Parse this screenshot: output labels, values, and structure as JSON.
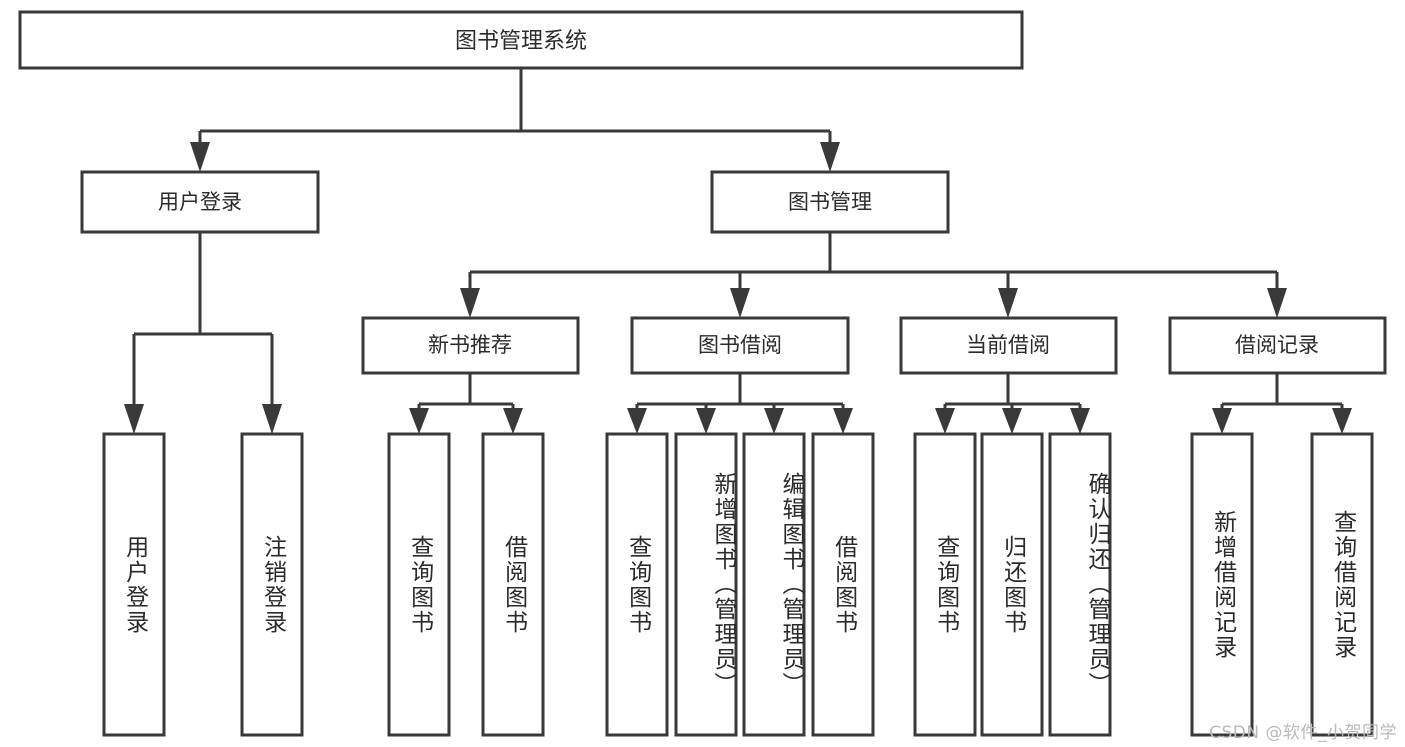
{
  "diagram": {
    "title": "图书管理系统",
    "type": "tree-hierarchy",
    "watermark": "CSDN @软件_小贺同学",
    "colors": {
      "stroke": "#393939",
      "fill": "#ffffff",
      "text": "#2b2b2b",
      "watermark": "#b9b9b9"
    },
    "root": {
      "label": "图书管理系统"
    },
    "level2": [
      {
        "label": "用户登录"
      },
      {
        "label": "图书管理"
      }
    ],
    "level3": [
      {
        "label": "新书推荐"
      },
      {
        "label": "图书借阅"
      },
      {
        "label": "当前借阅"
      },
      {
        "label": "借阅记录"
      }
    ],
    "leaves": {
      "user_login": [
        {
          "label": "用户登录"
        },
        {
          "label": "注销登录"
        }
      ],
      "new_book_recommend": [
        {
          "label": "查询图书"
        },
        {
          "label": "借阅图书"
        }
      ],
      "book_borrow": [
        {
          "label": "查询图书"
        },
        {
          "label": "新增图书（管理员）"
        },
        {
          "label": "编辑图书（管理员）"
        },
        {
          "label": "借阅图书"
        }
      ],
      "current_borrow": [
        {
          "label": "查询图书"
        },
        {
          "label": "归还图书"
        },
        {
          "label": "确认归还（管理员）"
        }
      ],
      "borrow_record": [
        {
          "label": "新增借阅记录"
        },
        {
          "label": "查询借阅记录"
        }
      ]
    }
  }
}
